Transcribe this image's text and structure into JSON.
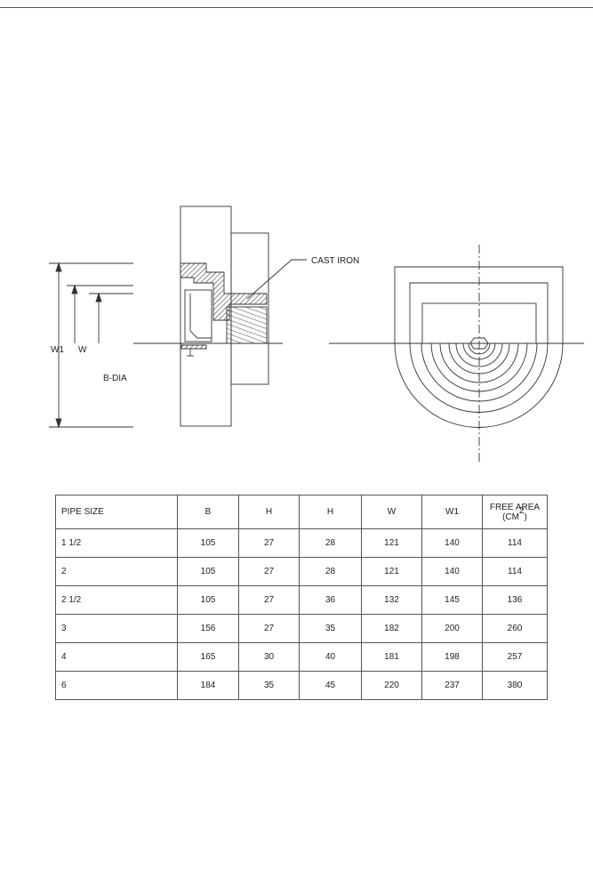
{
  "drawing": {
    "material_label": "CAST IRON",
    "dim_w1": "W1",
    "dim_w": "W",
    "dim_bdia": "B-DIA"
  },
  "table": {
    "headers": {
      "pipe_size": "PIPE  SIZE",
      "b": "B",
      "h1": "H",
      "h2": "H",
      "w": "W",
      "w1": "W1",
      "free_area": "FREE  AREA",
      "free_area_unit": "(CM",
      "free_area_exp": "2",
      "free_area_close": ")"
    },
    "rows": [
      {
        "pipe_size": "1 1/2",
        "b": "105",
        "h1": "27",
        "h2": "28",
        "w": "121",
        "w1": "140",
        "free_area": "114"
      },
      {
        "pipe_size": "2",
        "b": "105",
        "h1": "27",
        "h2": "28",
        "w": "121",
        "w1": "140",
        "free_area": "114"
      },
      {
        "pipe_size": "2 1/2",
        "b": "105",
        "h1": "27",
        "h2": "36",
        "w": "132",
        "w1": "145",
        "free_area": "136"
      },
      {
        "pipe_size": "3",
        "b": "156",
        "h1": "27",
        "h2": "35",
        "w": "182",
        "w1": "200",
        "free_area": "260"
      },
      {
        "pipe_size": "4",
        "b": "165",
        "h1": "30",
        "h2": "40",
        "w": "181",
        "w1": "198",
        "free_area": "257"
      },
      {
        "pipe_size": "6",
        "b": "184",
        "h1": "35",
        "h2": "45",
        "w": "220",
        "w1": "237",
        "free_area": "380"
      }
    ]
  }
}
